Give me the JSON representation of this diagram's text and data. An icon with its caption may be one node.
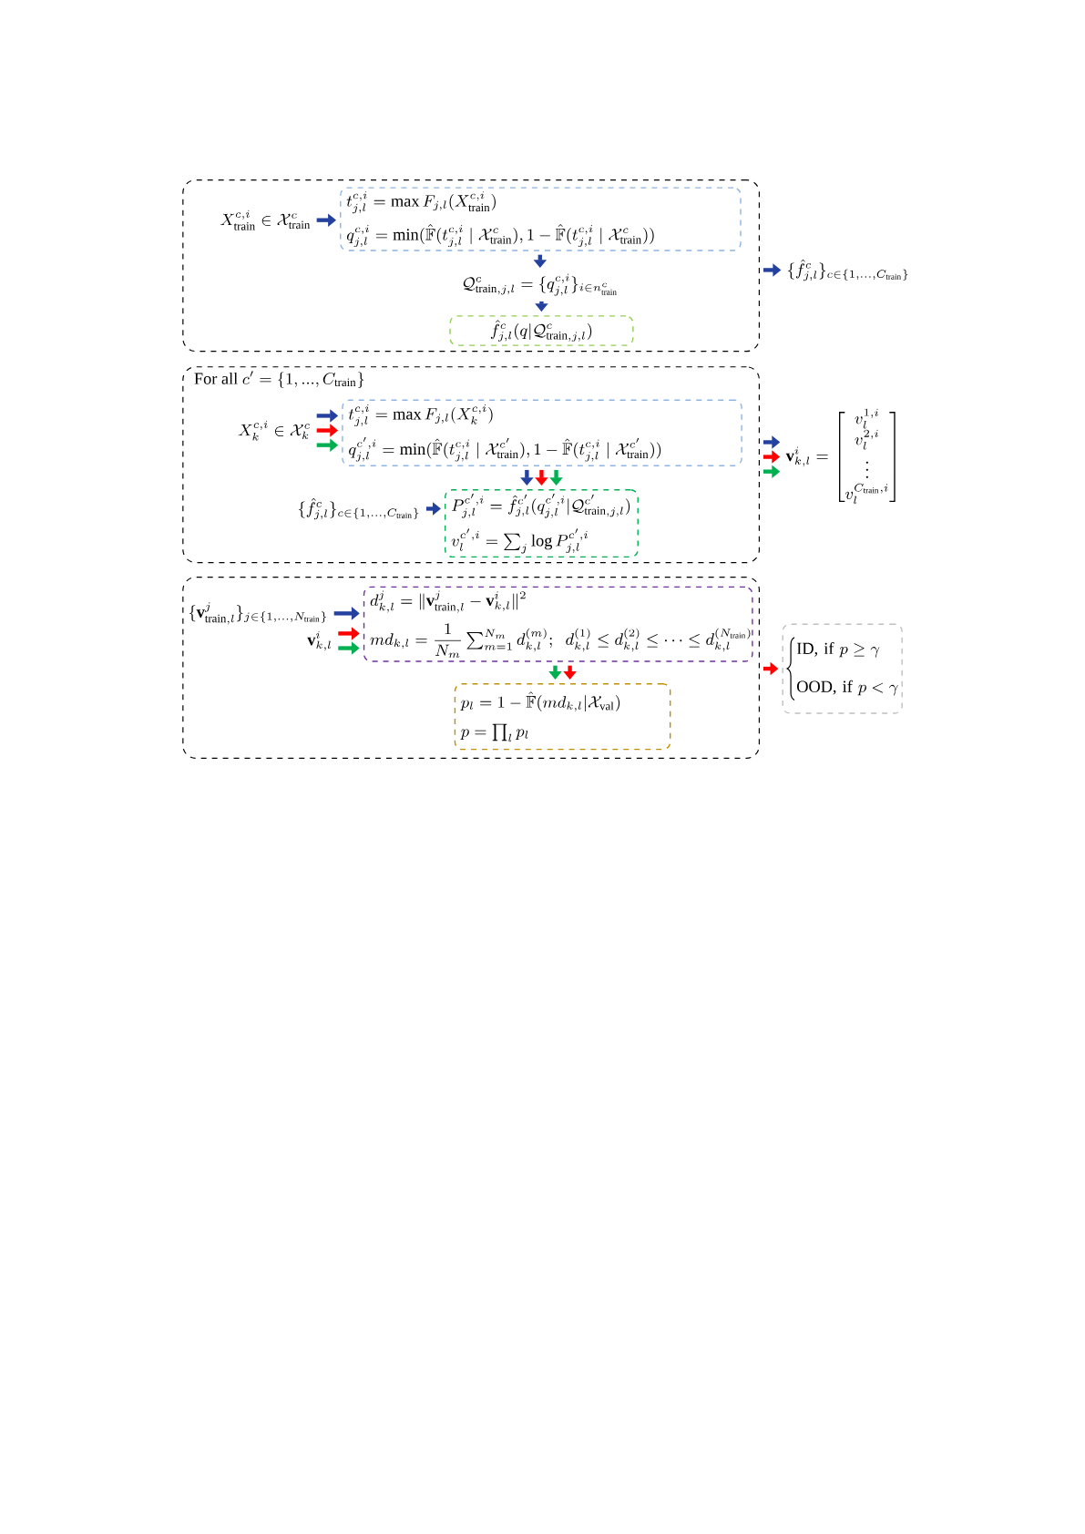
{
  "diagram": {
    "nodes": [
      {
        "text": [],
        "shape": "box"
      },
      {
        "text": [
          "X_{\\text{train}}^{c,i} \\in \\mathcal{X}_{\\text{train}}^{c}"
        ],
        "in": 0
      },
      {
        "text": [
          "t_{j,l}^{c,i} = \\max F_{j,l}(X_{\\text{train}}^{c,i})",
          "q_{j,l}^{c,i} = \\min(\\hat{\\mathbb{F}}(t_{j,l}^{c,i} \\mid \\mathcal{X}_{\\text{train}}^{c}), 1 - \\hat{\\mathbb{F}}(t_{j,l}^{c,i} \\mid \\mathcal{X}_{\\text{train}}^{c}))"
        ],
        "in": 0
      },
      {
        "text": [
          "\\mathcal{Q}_{\\text{train},j,l}^{c} = \\{q_{j,l}^{c,i}\\}_{i \\in n_{\\text{train}}^{c}}"
        ],
        "in": 0
      },
      {
        "text": [
          "\\hat{f}_{j,l}^{c}(q|\\mathcal{Q}_{\\text{train},j,l}^{c})"
        ],
        "in": 0
      },
      {
        "text": [
          "\\{\\hat{f}_{j,l}^{c}\\}_{c \\in \\{1,...,C_{\\text{train}}\\}}"
        ]
      },
      {
        "text": [
          "\\text{For all } c' = \\{1, ..., C_{\\text{train}}\\}"
        ]
      },
      {
        "text": [
          "X_{k}^{c,i} \\in \\mathcal{X}_{k}^{c}"
        ],
        "in": 6
      },
      {
        "text": [
          "t_{j,l}^{c,i} = \\max F_{j,l}(X_{k}^{c,i})",
          "q_{j,l}^{c',i} = \\min(\\hat{\\mathbb{F}}(t_{j,l}^{c,i} \\mid \\mathcal{X}_{\\text{train}}^{c'}), 1 - \\hat{\\mathbb{F}}(t_{j,l}^{c,i} \\mid \\mathcal{X}_{\\text{train}}^{c'}))"
        ],
        "in": 6
      },
      {
        "text": [
          "\\{\\hat{f}_{j,l}^{c}\\}_{c \\in \\{1,...,C_{\\text{train}}\\}}"
        ],
        "in": 6
      },
      {
        "text": [
          "P_{j,l}^{c',i} = \\hat{f}_{j,l}^{c'}(q_{j,l}^{c',i}|\\mathcal{Q}_{\\text{train},j,l}^{c'})",
          "v_{l}^{c',i} = \\sum_{j} \\log P_{j,l}^{c',i}"
        ],
        "in": 6
      },
      {
        "text": [
          "\\mathbf{v}_{k,l}^{i} = \\begin{bmatrix} v_{l}^{1,i} \\\\ v_{l}^{2,i} \\\\ \\vdots \\\\ v_{l}^{C_{\\text{train}},i} \\end{bmatrix}"
        ]
      },
      {
        "text": [],
        "shape": "box"
      },
      {
        "text": [
          "\\{\\mathbf{v}_{\\text{train},l}^{j}\\}_{j \\in \\{1,...,N_{\\text{train}}\\}}"
        ],
        "in": 12
      },
      {
        "text": [
          "\\mathbf{v}_{k,l}^{i}"
        ],
        "in": 12
      },
      {
        "text": [
          "d_{k,l}^{j} = \\|\\mathbf{v}_{\\text{train},l}^{j} - \\mathbf{v}_{k,l}^{i}\\|^{2}",
          "md_{k,l} = \\dfrac{1}{N_{m}} \\sum_{m=1}^{N_{m}} d_{k,l}^{(m)};\\;\\; d_{k,l}^{(1)} \\leq d_{k,l}^{(2)} \\leq \\cdots \\leq d_{k,l}^{(N_{\\text{train}})}"
        ],
        "in": 12
      },
      {
        "text": [
          "p_{l} = 1 - \\hat{\\mathbb{F}}(md_{k,l}|\\mathcal{X}_{\\text{val}})",
          "p = \\prod_{l} p_{l}"
        ],
        "in": 12
      },
      {
        "text": [
          "\\text{ID, if } p \\geq \\gamma",
          "\\text{OOD, if } p < \\gamma"
        ]
      }
    ],
    "edges": [
      {
        "from": 1,
        "to": 2,
        "arrow": "to"
      },
      {
        "from": 2,
        "to": 3,
        "arrow": "to"
      },
      {
        "from": 3,
        "to": 4,
        "arrow": "to"
      },
      {
        "from": 0,
        "to": 5,
        "arrow": "to"
      },
      {
        "from": 7,
        "to": 8,
        "arrow": "to"
      },
      {
        "from": 7,
        "to": 8,
        "arrow": "to",
        "color": "#ff0000"
      },
      {
        "from": 7,
        "to": 8,
        "arrow": "to",
        "color": "#00b050"
      },
      {
        "from": 8,
        "to": 10,
        "arrow": "to"
      },
      {
        "from": 8,
        "to": 10,
        "arrow": "to",
        "color": "#ff0000"
      },
      {
        "from": 8,
        "to": 10,
        "arrow": "to",
        "color": "#00b050"
      },
      {
        "from": 9,
        "to": 10,
        "arrow": "to"
      },
      {
        "from": 6,
        "to": 11,
        "arrow": "to"
      },
      {
        "from": 6,
        "to": 11,
        "arrow": "to",
        "color": "#ff0000"
      },
      {
        "from": 6,
        "to": 11,
        "arrow": "to",
        "color": "#00b050"
      },
      {
        "from": 13,
        "to": 15,
        "arrow": "to"
      },
      {
        "from": 14,
        "to": 15,
        "arrow": "to",
        "color": "#ff0000"
      },
      {
        "from": 14,
        "to": 15,
        "arrow": "to",
        "color": "#00b050"
      },
      {
        "from": 15,
        "to": 16,
        "arrow": "to",
        "color": "#00b050"
      },
      {
        "from": 15,
        "to": 16,
        "arrow": "to",
        "color": "#ff0000"
      },
      {
        "from": 12,
        "to": 17,
        "arrow": "to",
        "color": "#ff0000"
      }
    ]
  }
}
